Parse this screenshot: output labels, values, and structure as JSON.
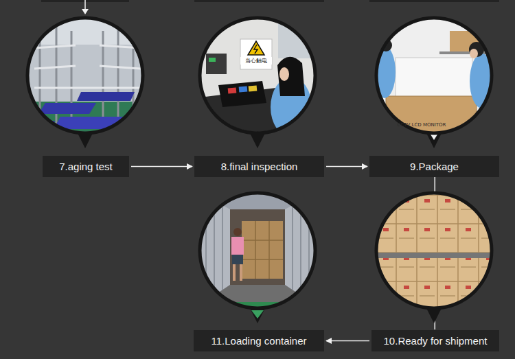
{
  "diagram": {
    "nodes": [
      {
        "text": [
          "7.aging test"
        ]
      },
      {
        "text": [
          "8.final inspection"
        ]
      },
      {
        "text": [
          "9.Package"
        ]
      },
      {
        "text": [
          "10.Ready for shipment"
        ]
      },
      {
        "text": [
          "11.Loading container"
        ]
      }
    ],
    "edges": [
      {
        "from": 0,
        "to": 1,
        "arrow": "to"
      },
      {
        "from": 1,
        "to": 2,
        "arrow": "to"
      },
      {
        "from": 2,
        "to": 3,
        "arrow": "none"
      },
      {
        "from": 3,
        "to": 4,
        "arrow": "to"
      }
    ],
    "labels": [
      "当心触电",
      "CCTV LCD MONITOR"
    ]
  }
}
